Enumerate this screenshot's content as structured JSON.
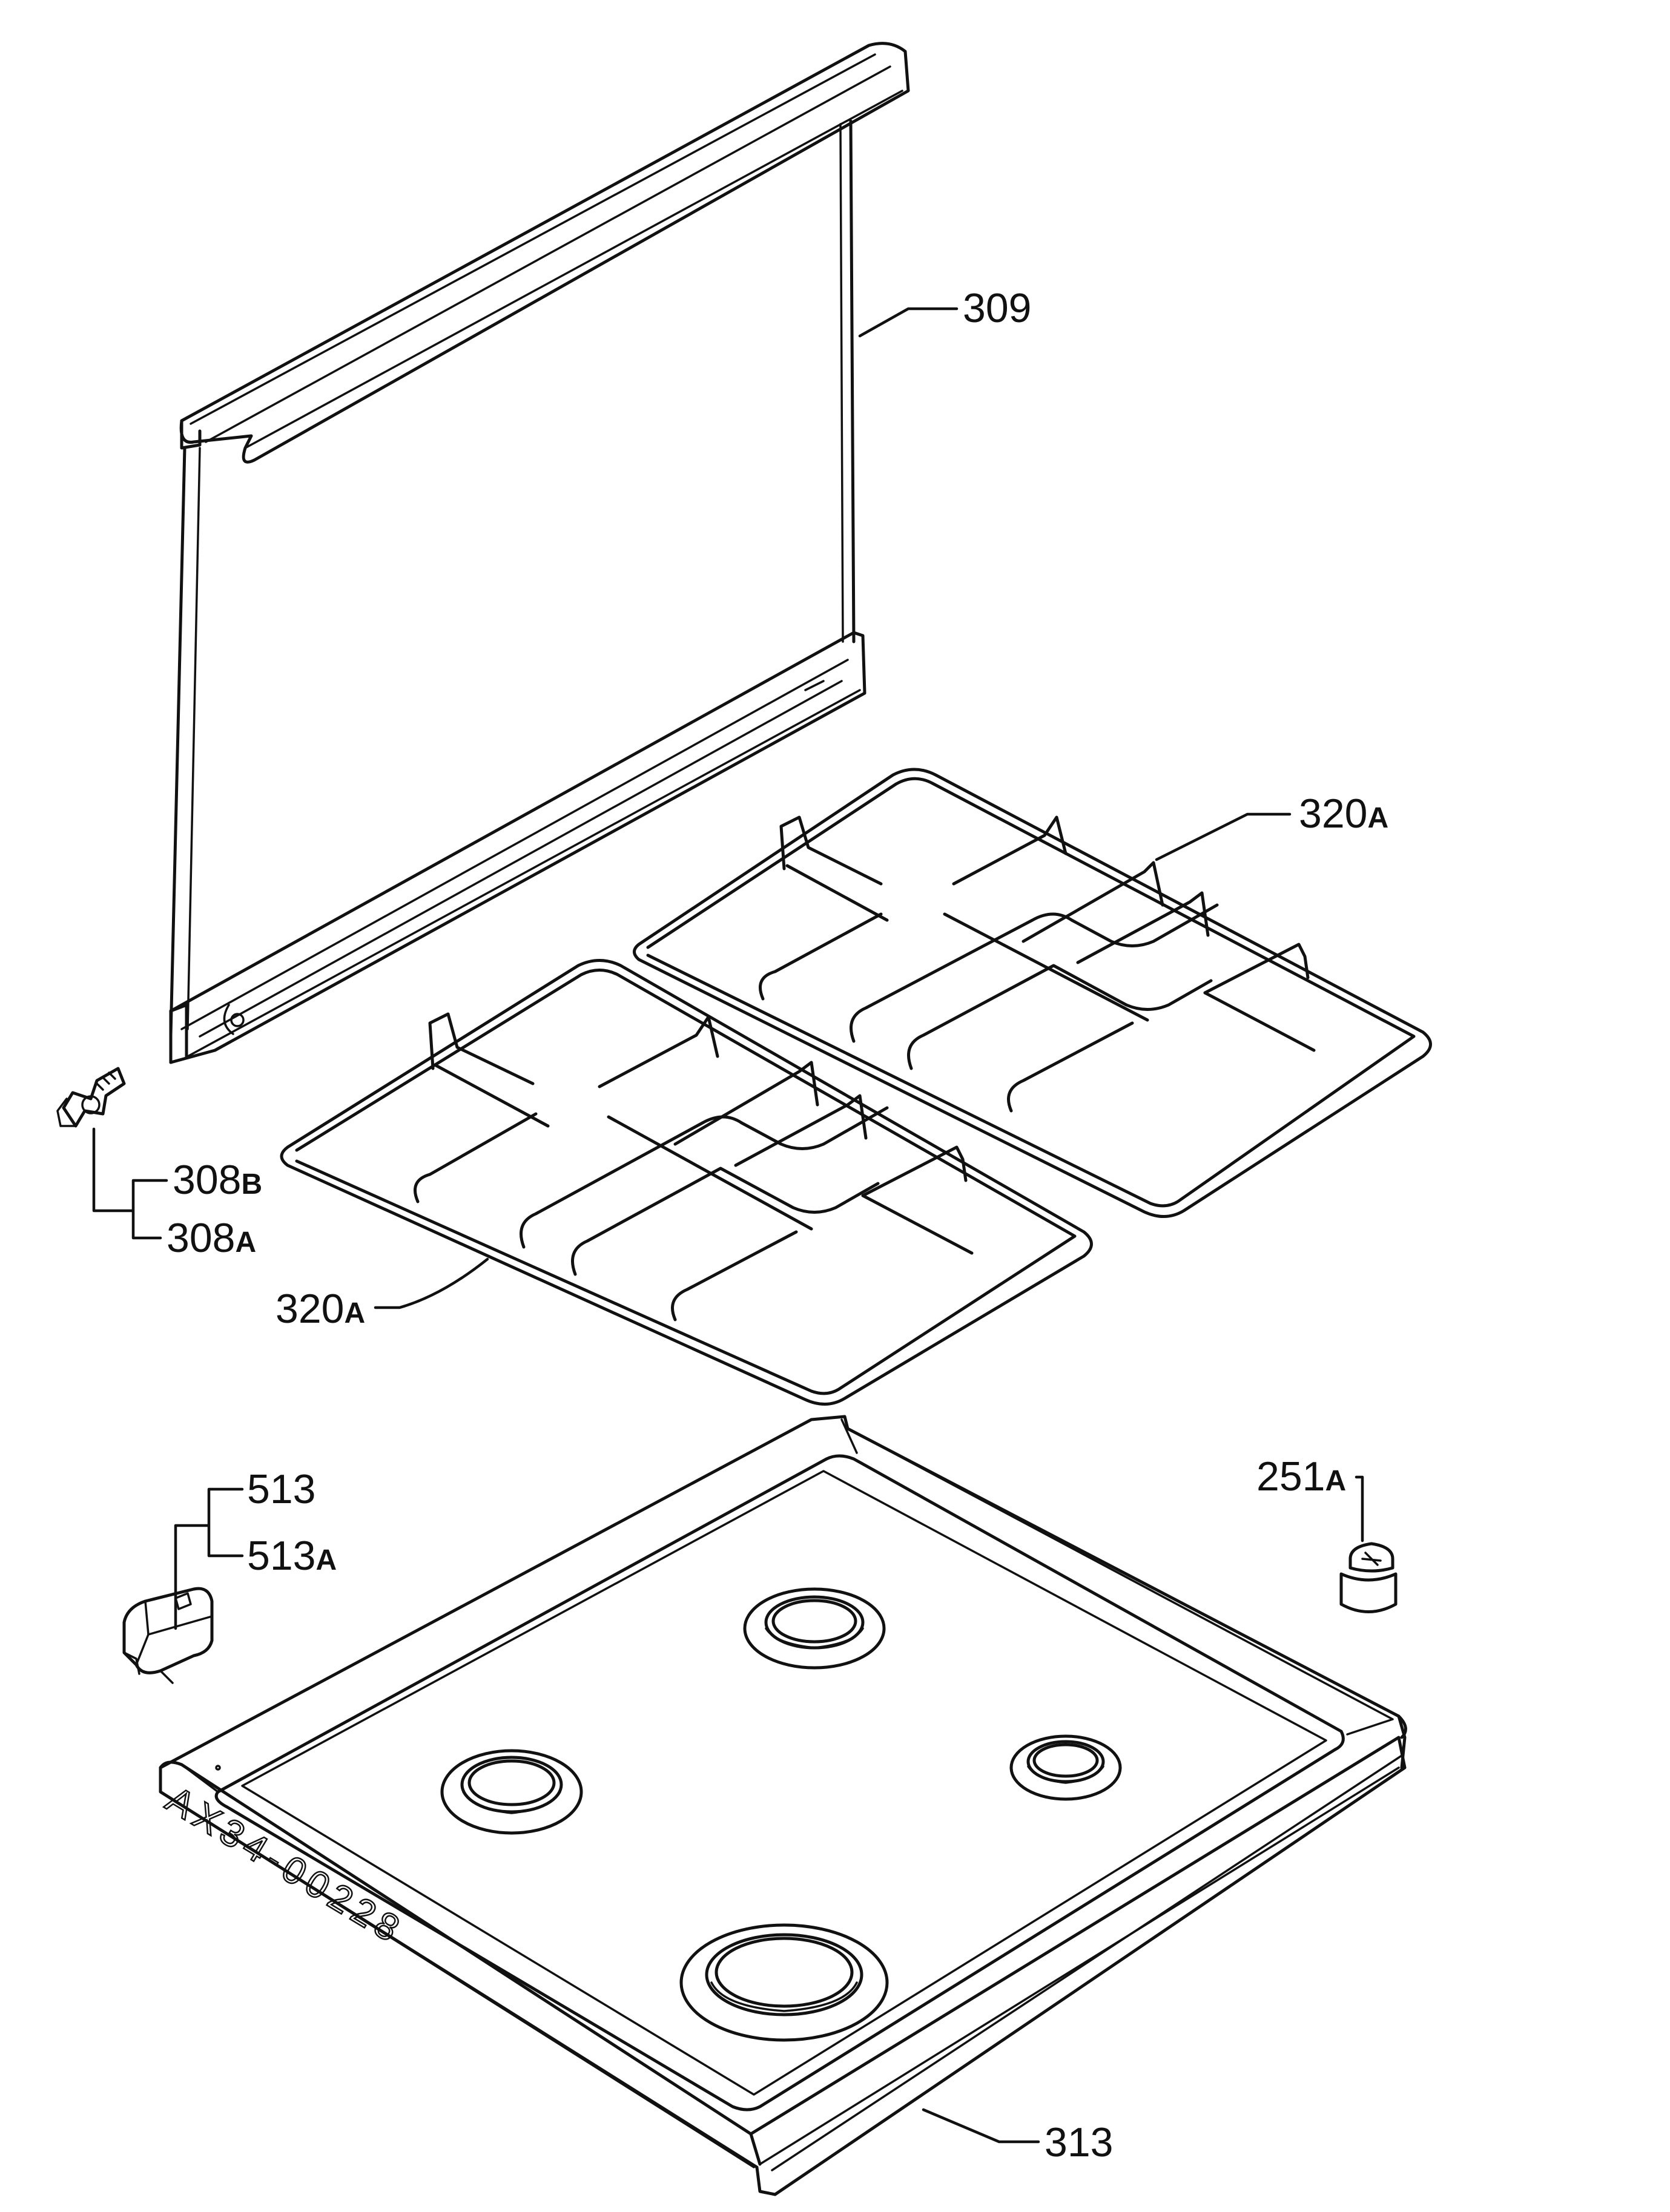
{
  "labels": {
    "p309": {
      "num": "309",
      "sfx": ""
    },
    "p320a_right": {
      "num": "320",
      "sfx": "A"
    },
    "p320a_left": {
      "num": "320",
      "sfx": "A"
    },
    "p308b": {
      "num": "308",
      "sfx": "B"
    },
    "p308a": {
      "num": "308",
      "sfx": "A"
    },
    "p513": {
      "num": "513",
      "sfx": ""
    },
    "p513a": {
      "num": "513",
      "sfx": "A"
    },
    "p251a": {
      "num": "251",
      "sfx": "A"
    },
    "p313": {
      "num": "313",
      "sfx": ""
    }
  },
  "stamp": "AX34-00228"
}
